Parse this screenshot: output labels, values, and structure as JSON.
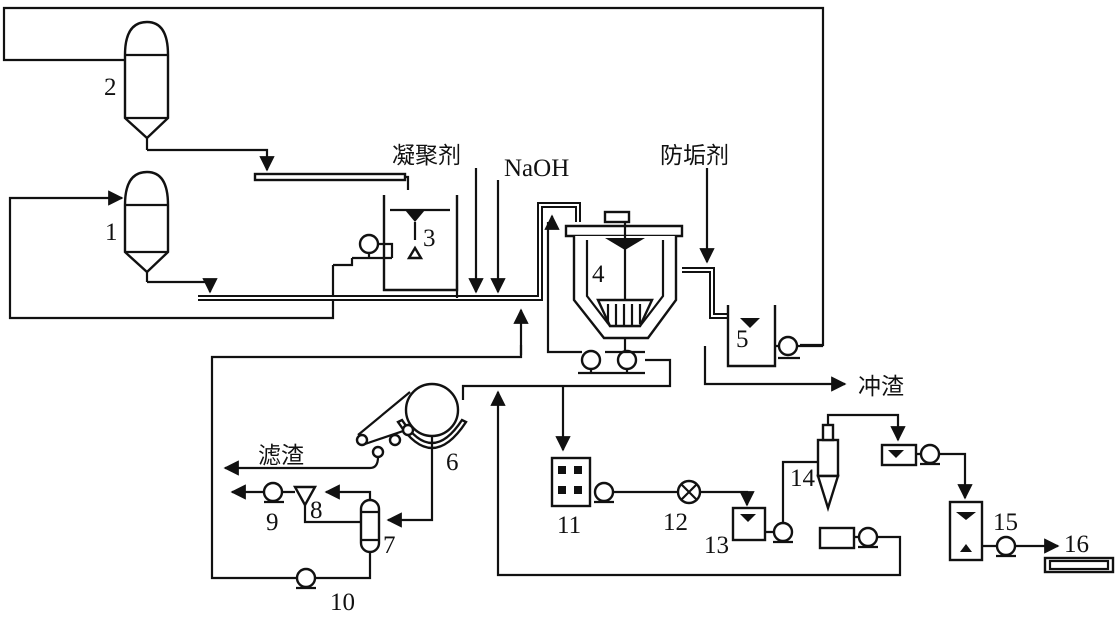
{
  "labels": {
    "flocculant": "凝聚剂",
    "naoh": "NaOH",
    "antiscalant": "防垢剂",
    "slag_flush": "冲渣",
    "filter_residue": "滤渣"
  },
  "units": {
    "u1": "1",
    "u2": "2",
    "u3": "3",
    "u4": "4",
    "u5": "5",
    "u6": "6",
    "u7": "7",
    "u8": "8",
    "u9": "9",
    "u10": "10",
    "u11": "11",
    "u12": "12",
    "u13": "13",
    "u14": "14",
    "u15": "15",
    "u16": "16"
  },
  "icons": [
    "storage-tank",
    "pump",
    "clarifier",
    "drum-filter",
    "hydrocyclone",
    "valve",
    "arrow"
  ]
}
